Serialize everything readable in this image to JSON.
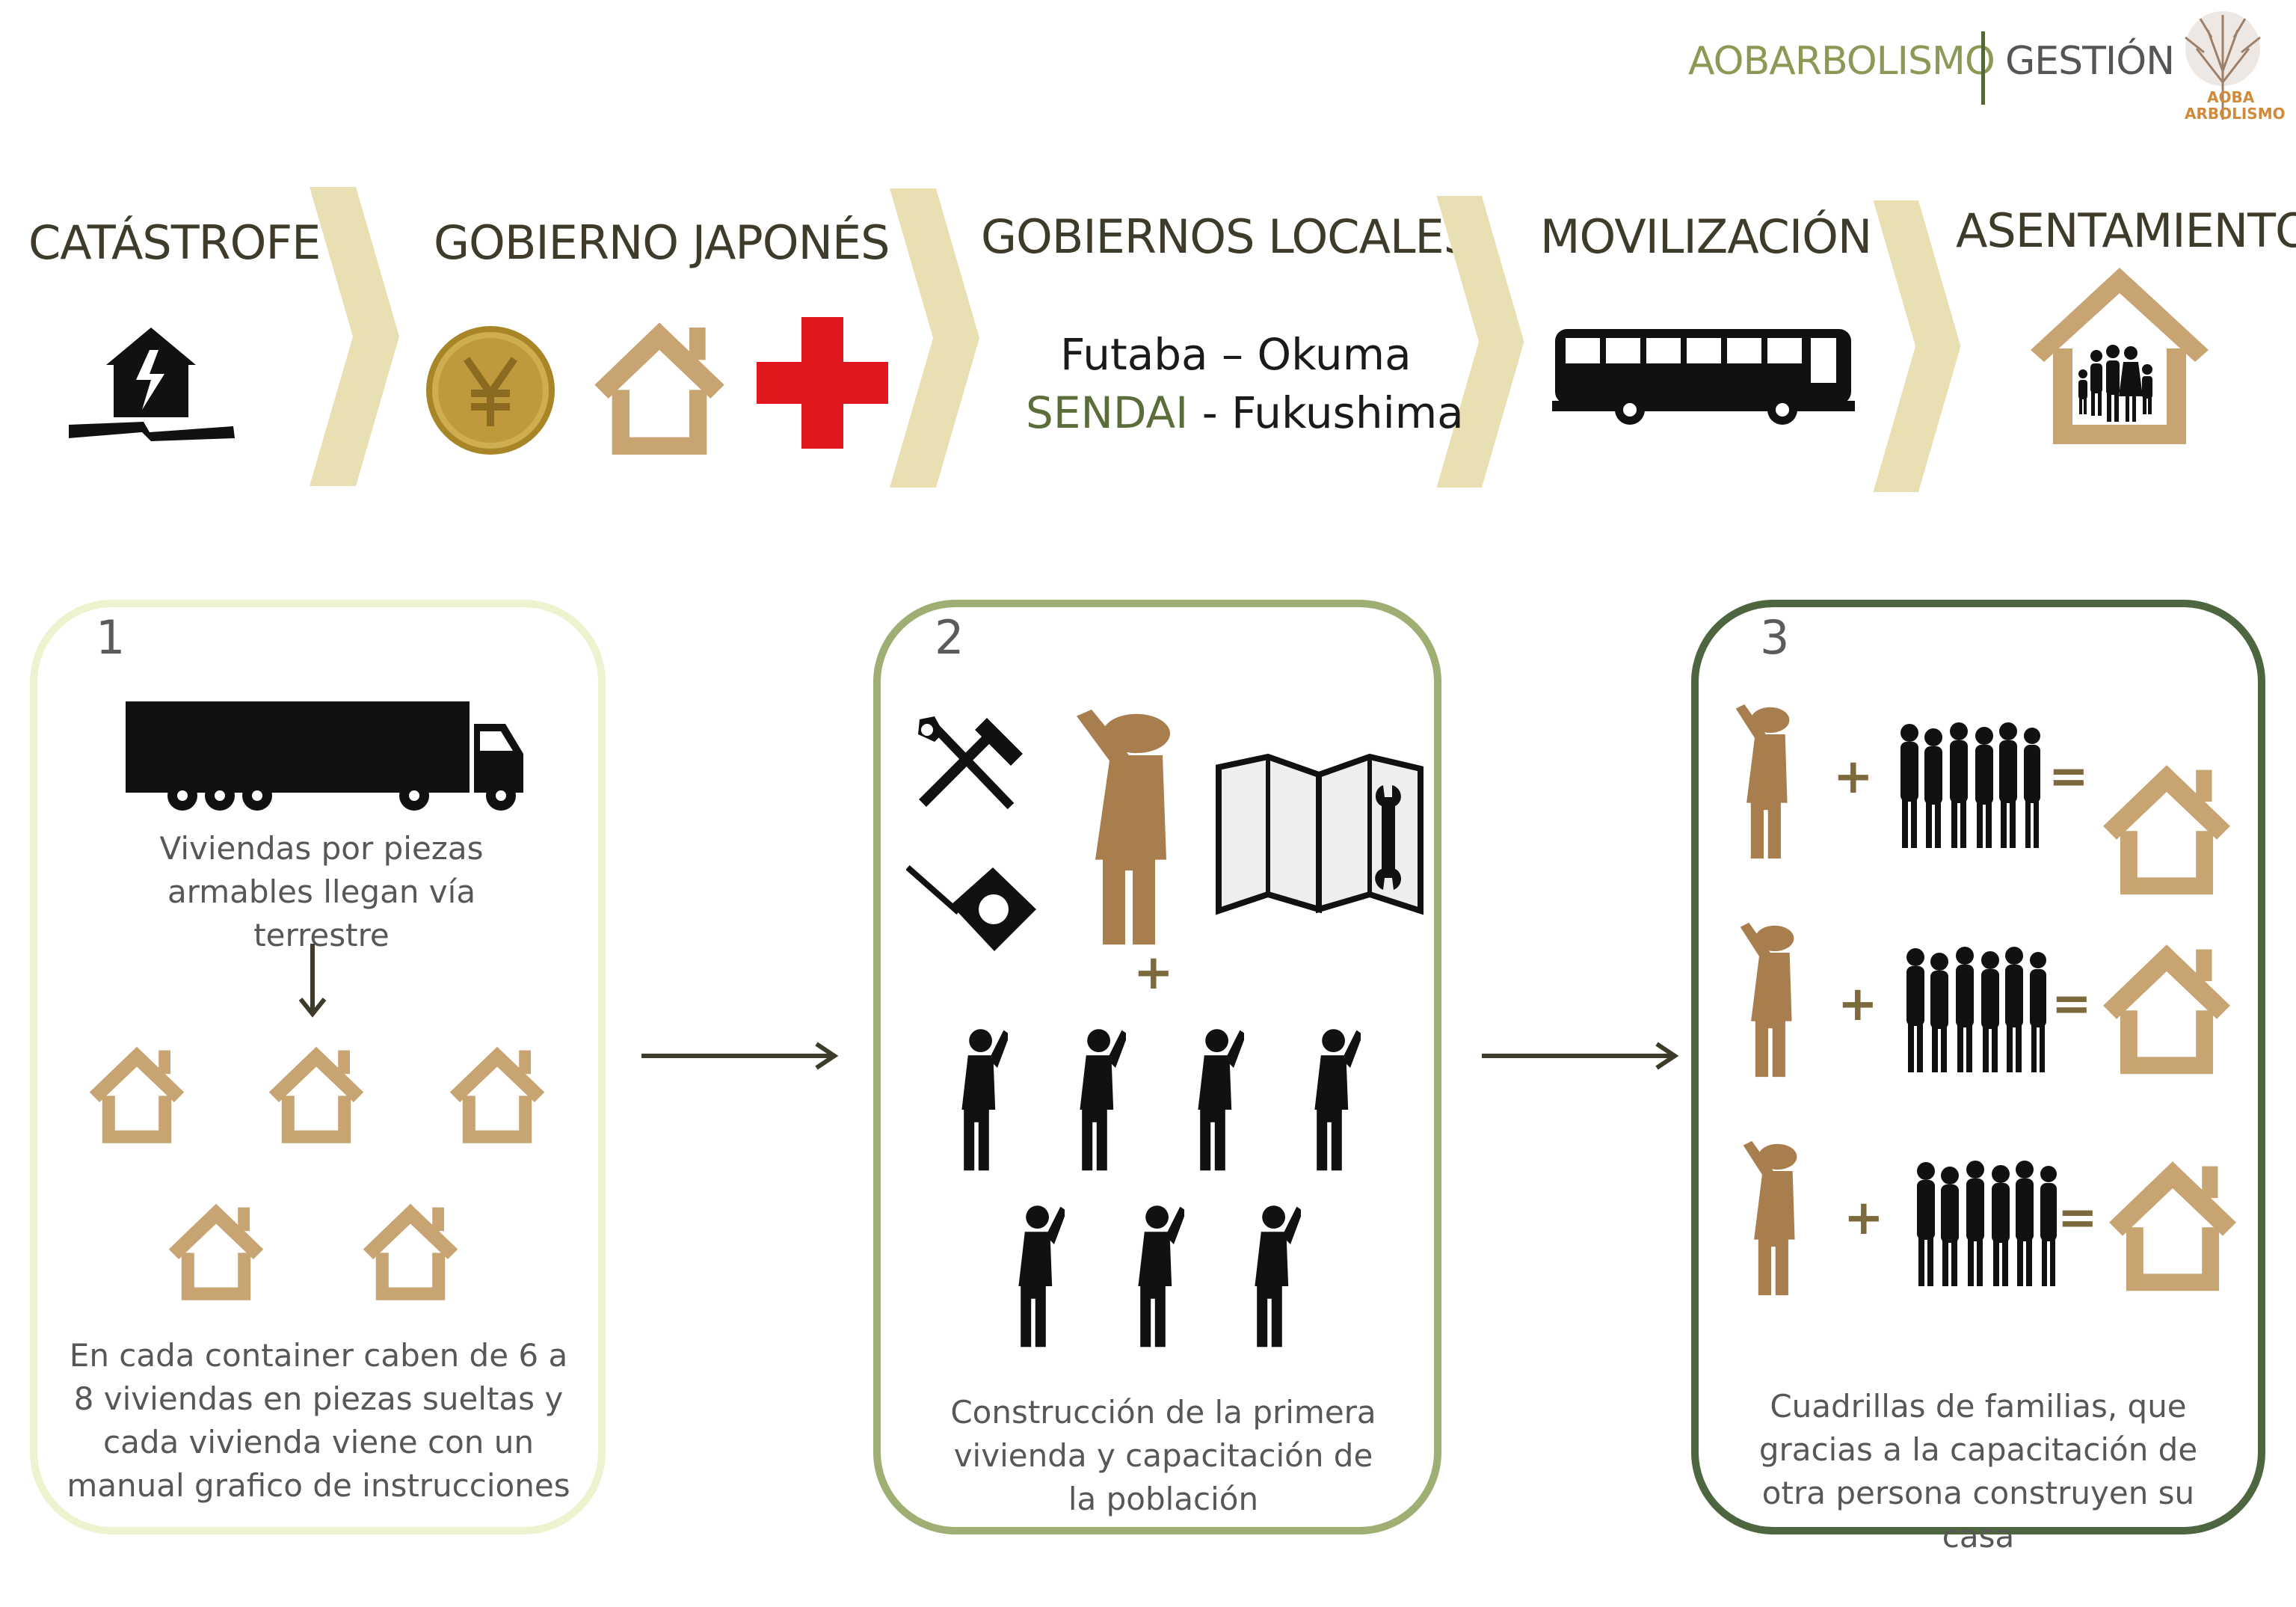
{
  "header": {
    "brand_primary": "AOBARBOLISMO",
    "brand_secondary": "GESTIÓN",
    "logo_text_line1": "AOBA",
    "logo_text_line2": "ARBOLISMO",
    "brand_color": "#8a9a55"
  },
  "flow": {
    "steps": [
      {
        "label": "CATÁSTROFE",
        "icon": "collapsed-house-icon"
      },
      {
        "label": "GOBIERNO JAPONÉS",
        "icons": [
          "yen-coin-icon",
          "house-icon",
          "red-cross-icon"
        ]
      },
      {
        "label": "GOBIERNOS LOCALES",
        "line1": "Futaba – Okuma",
        "line2_highlight": "SENDAI",
        "line2_rest": " - Fukushima"
      },
      {
        "label": "MOVILIZACIÓN",
        "icon": "bus-icon"
      },
      {
        "label": "ASENTAMIENTO",
        "icon": "family-house-icon"
      }
    ]
  },
  "panels": [
    {
      "number": "1",
      "caption_top": "Viviendas por  piezas armables llegan vía terrestre",
      "caption_bottom": "En cada container caben de 6 a 8 viviendas en piezas sueltas y cada vivienda viene con un manual grafico de instrucciones"
    },
    {
      "number": "2",
      "plus": "+",
      "caption": "Construcción de la primera vivienda y capacitación de la población"
    },
    {
      "number": "3",
      "plus": "+",
      "equals": "=",
      "caption": "Cuadrillas de familias, que gracias a la capacitación de otra persona construyen su casa"
    }
  ],
  "colors": {
    "house_tan": "#c8a472",
    "person_tan": "#a97e4f",
    "chevron": "#e8e0b2",
    "red_cross": "#e0171d"
  }
}
